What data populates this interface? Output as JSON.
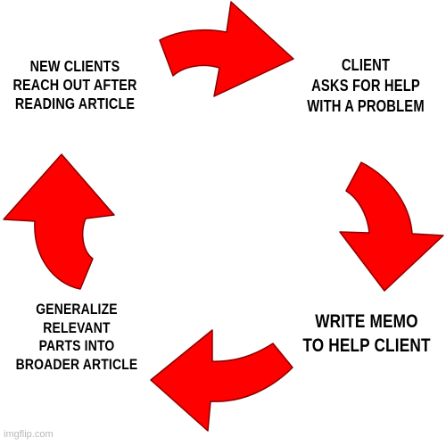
{
  "diagram": {
    "labels": {
      "new_clients": "NEW CLIENTS\nREACH OUT AFTER\nREADING ARTICLE",
      "client_asks": "CLIENT\nASKS FOR HELP\nWITH A PROBLEM",
      "generalize": "GENERALIZE\nRELEVANT\nPARTS INTO\nBROADER ARTICLE",
      "write_memo": "WRITE MEMO\nTO HELP CLIENT"
    },
    "arrow_color": "#ff0000",
    "arrow_outline_color": "#8a0000"
  },
  "watermark": "imgflip.com"
}
